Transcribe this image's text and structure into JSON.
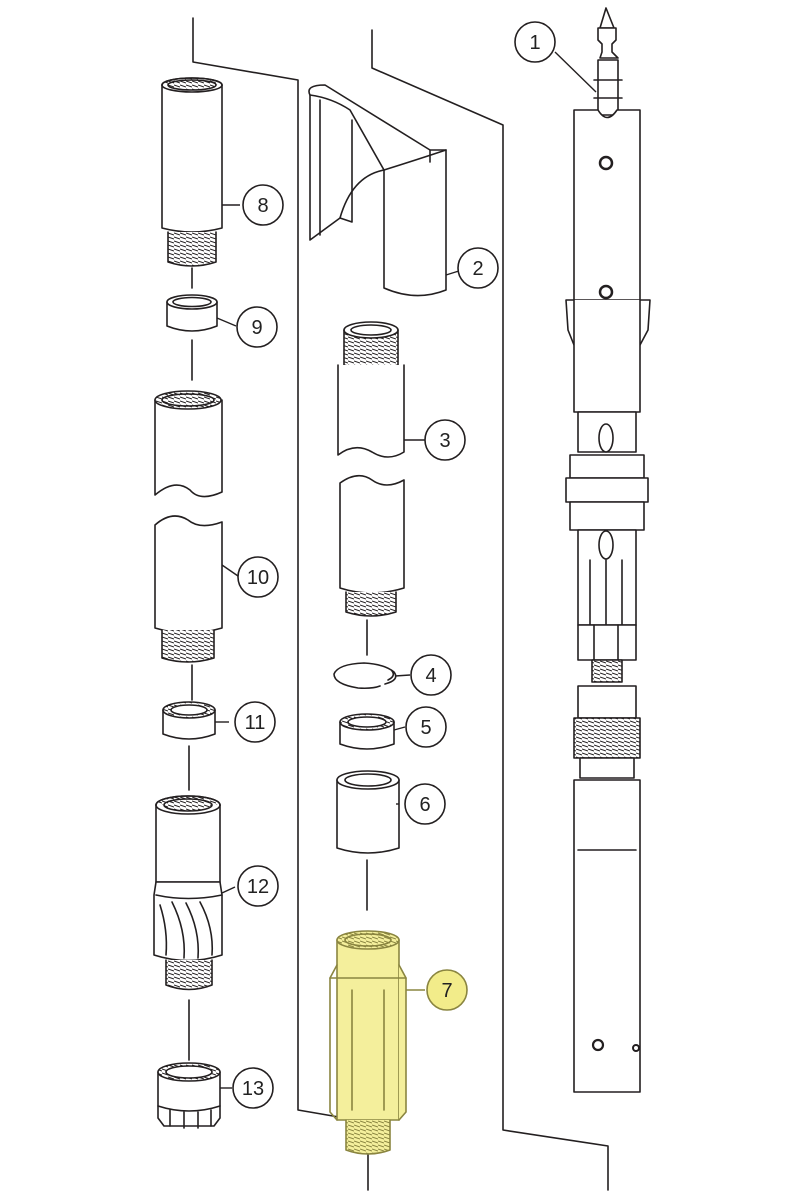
{
  "diagram": {
    "colors": {
      "line": "#231f20",
      "fill": "#ffffff",
      "highlight_fill": "#f4ef9c",
      "highlight_stroke": "#8a8540",
      "highlight_callout_fill": "#f2ec8a"
    },
    "highlighted_part": "7",
    "callouts": [
      {
        "label": "1"
      },
      {
        "label": "2"
      },
      {
        "label": "3"
      },
      {
        "label": "4"
      },
      {
        "label": "5"
      },
      {
        "label": "6"
      },
      {
        "label": "7"
      },
      {
        "label": "8"
      },
      {
        "label": "9"
      },
      {
        "label": "10"
      },
      {
        "label": "11"
      },
      {
        "label": "12"
      },
      {
        "label": "13"
      }
    ]
  }
}
